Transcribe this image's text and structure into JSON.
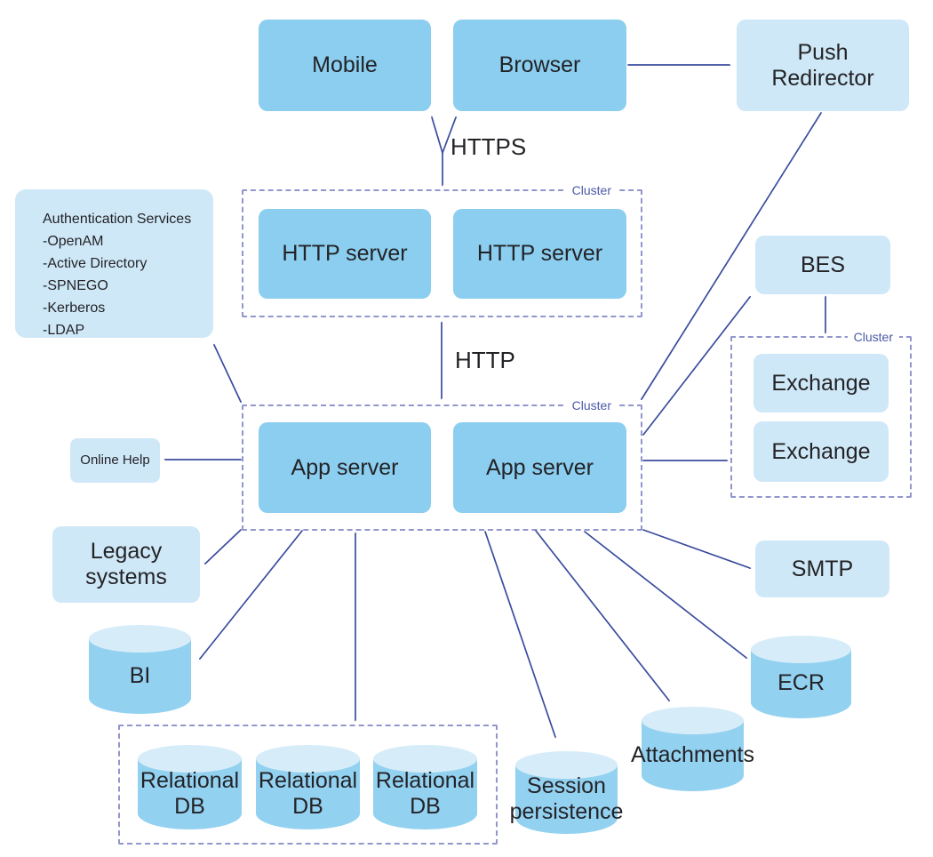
{
  "nodes": {
    "mobile": "Mobile",
    "browser": "Browser",
    "push_redirector": "Push Redirector",
    "http_server_1": "HTTP server",
    "http_server_2": "HTTP server",
    "app_server_1": "App server",
    "app_server_2": "App server",
    "bes": "BES",
    "exchange_1": "Exchange",
    "exchange_2": "Exchange",
    "online_help": "Online Help",
    "legacy_systems": "Legacy systems",
    "smtp": "SMTP",
    "bi": "BI",
    "ecr": "ECR",
    "relational_db_1": "Relational DB",
    "relational_db_2": "Relational DB",
    "relational_db_3": "Relational DB",
    "session_persistence": "Session persistence",
    "attachments": "Attachments"
  },
  "auth_services": {
    "title": "Authentication Services",
    "items": [
      "-OpenAM",
      "-Active Directory",
      "-SPNEGO",
      "-Kerberos",
      "-LDAP"
    ]
  },
  "cluster_labels": {
    "http_cluster": "Cluster",
    "app_cluster": "Cluster",
    "exchange_cluster": "Cluster"
  },
  "edge_labels": {
    "https": "HTTPS",
    "http": "HTTP"
  },
  "colors": {
    "node_fill_medium": "#8BCEEF",
    "node_fill_light": "#CFE8F7",
    "cylinder_fill": "#93D1F0",
    "cylinder_top": "#D6EDF9",
    "arrow": "#3A4C9E",
    "cluster_border": "#9196CC",
    "cluster_label_text": "#4B59A8",
    "label_text": "#232327"
  }
}
